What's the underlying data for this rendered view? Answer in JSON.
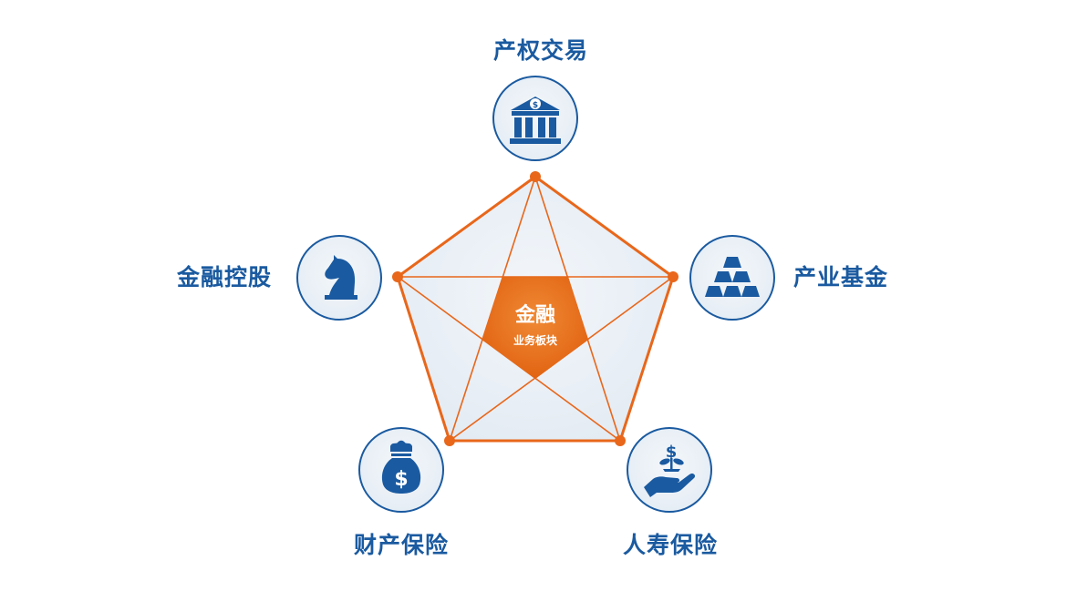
{
  "center": {
    "title": "金融",
    "subtitle": "业务板块",
    "color": "#e8671b"
  },
  "nodes": [
    {
      "id": "property-rights-trading",
      "label": "产权交易",
      "icon": "bank-icon"
    },
    {
      "id": "industry-fund",
      "label": "产业基金",
      "icon": "gold-bars-icon"
    },
    {
      "id": "life-insurance",
      "label": "人寿保险",
      "icon": "hand-plant-dollar-icon"
    },
    {
      "id": "property-insurance",
      "label": "财产保险",
      "icon": "money-bag-icon"
    },
    {
      "id": "financial-holdings",
      "label": "金融控股",
      "icon": "chess-knight-icon"
    }
  ],
  "colors": {
    "primary_blue": "#1a5aa0",
    "circle_fill": "#eaf0f6",
    "pentagon_fill": "#e9eff5",
    "accent_orange": "#e8671b"
  }
}
